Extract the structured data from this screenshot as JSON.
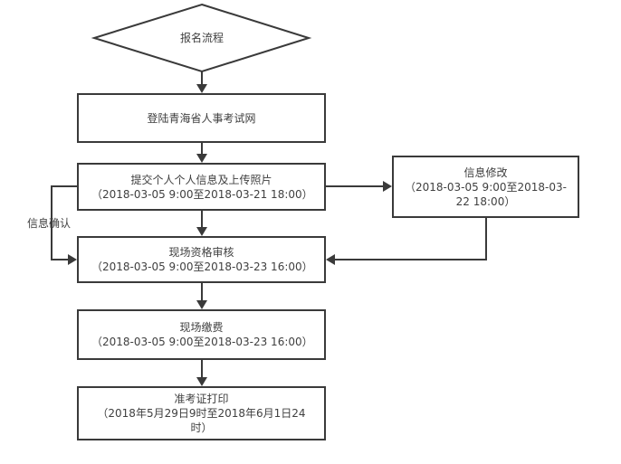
{
  "flowchart": {
    "start": {
      "label": "报名流程"
    },
    "nodes": [
      {
        "id": "login",
        "title": "登陆青海省人事考试网",
        "date": ""
      },
      {
        "id": "submit",
        "title": "提交个人个人信息及上传照片",
        "date": "（2018-03-05 9:00至2018-03-21 18:00）"
      },
      {
        "id": "modify",
        "title": "信息修改",
        "date": "（2018-03-05 9:00至2018-03-22 18:00）"
      },
      {
        "id": "review",
        "title": "现场资格审核",
        "date": "（2018-03-05 9:00至2018-03-23 16:00）"
      },
      {
        "id": "pay",
        "title": "现场缴费",
        "date": "（2018-03-05 9:00至2018-03-23 16:00）"
      },
      {
        "id": "print",
        "title": "准考证打印",
        "date": "（2018年5月29日9时至2018年6月1日24时）"
      }
    ],
    "edge_label_confirm": "信息确认",
    "colors": {
      "line": "#3a3a3a",
      "text": "#404040",
      "background": "#ffffff"
    }
  }
}
